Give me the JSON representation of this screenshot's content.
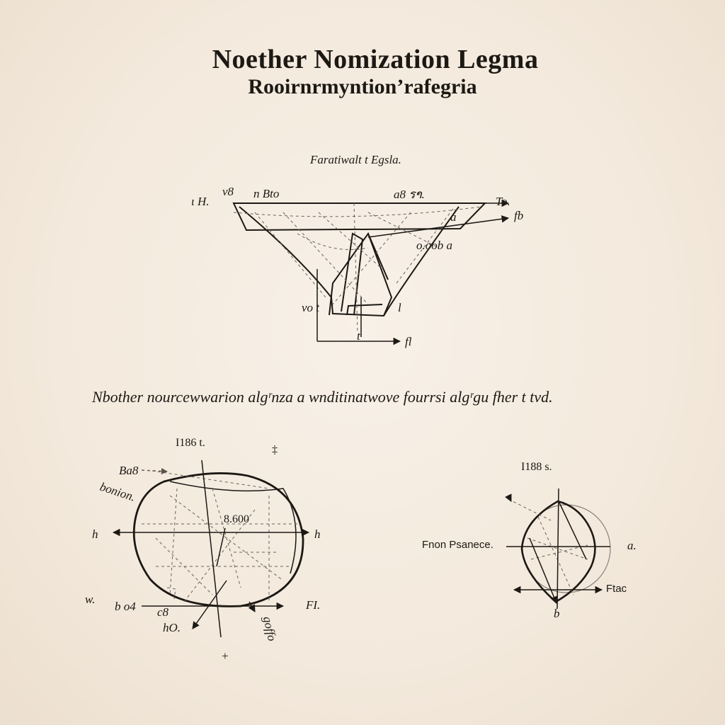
{
  "header": {
    "title": "Noether Nomization Legma",
    "subtitle": "Rooirnrmyntion’rafegria"
  },
  "top_figure": {
    "caption": "Faratiwalt t Egsla.",
    "labels": {
      "left_h": "ɩ H.",
      "top_left_1": "v8",
      "top_left_2": "n Bto",
      "top_mid": "a8 รາ.",
      "top_right": "To.",
      "right_fb": "fb",
      "right_a": "a",
      "right_oob": "o.oob a",
      "bottom_vo": "vo t",
      "bottom_l": "l",
      "bottom_t": "t",
      "axis_fl": "fl"
    }
  },
  "statement": "Nbother nourcewwarion algʳnza a wnditinatwove fourrsi algʳgu fher t tvd.",
  "left_figure": {
    "labels": {
      "top": "I186 t.",
      "top_tick": "‡",
      "bao": "Ba8",
      "bonion": "bonion.",
      "value": "8.600",
      "left_h": "h",
      "right_h": "h",
      "b04": "b o4",
      "c8": "c8",
      "ho": "hO.",
      "fi": "FI.",
      "w": "w.",
      "goffo": "goffo",
      "bottom_tick": "+"
    }
  },
  "right_figure": {
    "labels": {
      "top": "I188 s.",
      "from": "Fnon Psanece.",
      "a": "a.",
      "ftac": "Ftac",
      "b": "b"
    }
  },
  "colors": {
    "paper": "#f4ebdf",
    "ink": "#1c1814",
    "faint_ink": "#6b635b"
  }
}
